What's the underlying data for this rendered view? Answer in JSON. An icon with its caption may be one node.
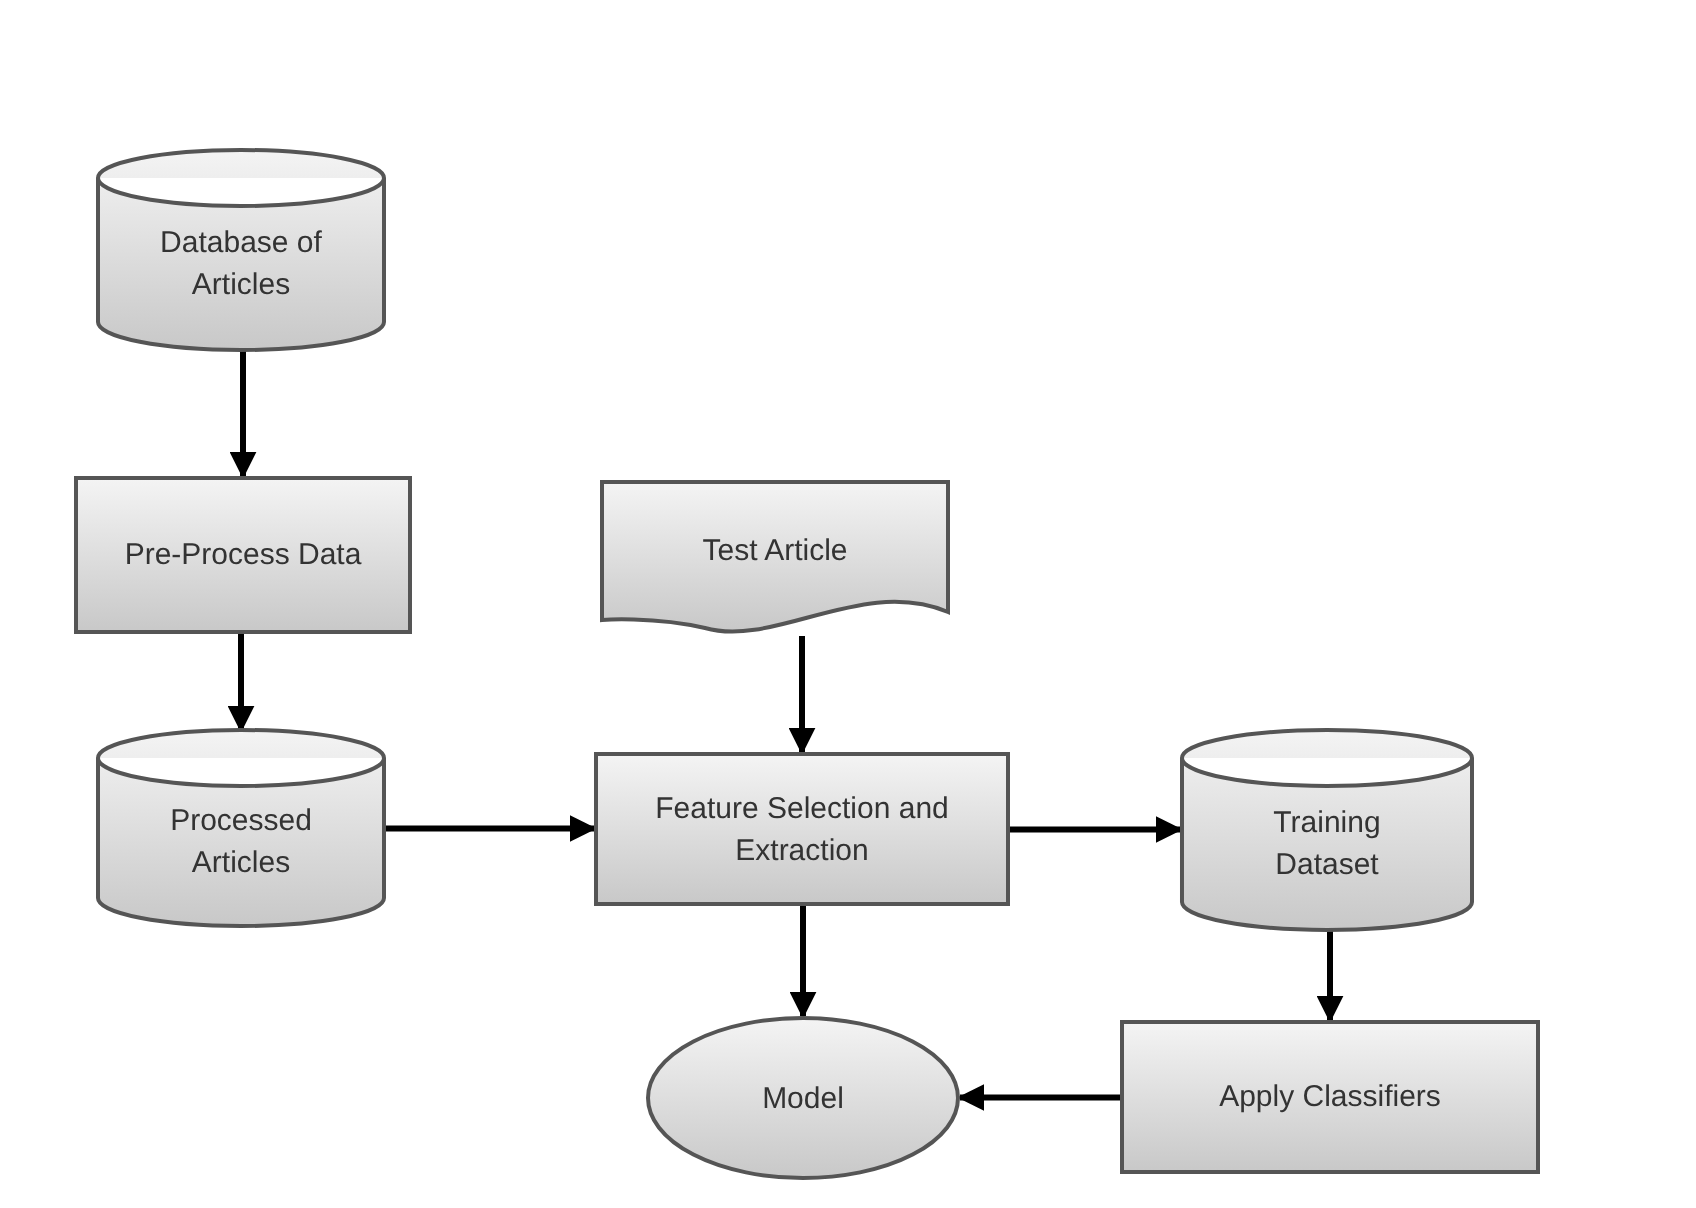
{
  "diagram": {
    "nodes": [
      {
        "text": [
          "Database of Articles"
        ]
      },
      {
        "text": [
          "Pre-Process Data"
        ]
      },
      {
        "text": [
          "Processed Articles"
        ]
      },
      {
        "text": [
          "Test Article"
        ]
      },
      {
        "text": [
          "Feature Selection and Extraction"
        ]
      },
      {
        "text": [
          "Training Dataset"
        ]
      },
      {
        "text": [
          "Model"
        ]
      },
      {
        "text": [
          "Apply Classifiers"
        ]
      }
    ],
    "edges": [
      {
        "from": 0,
        "to": 1,
        "arrow": "to"
      },
      {
        "from": 1,
        "to": 2,
        "arrow": "to"
      },
      {
        "from": 2,
        "to": 4,
        "arrow": "to"
      },
      {
        "from": 3,
        "to": 4,
        "arrow": "to"
      },
      {
        "from": 4,
        "to": 5,
        "arrow": "to"
      },
      {
        "from": 4,
        "to": 6,
        "arrow": "to"
      },
      {
        "from": 5,
        "to": 7,
        "arrow": "to"
      },
      {
        "from": 7,
        "to": 6,
        "arrow": "to"
      }
    ]
  }
}
